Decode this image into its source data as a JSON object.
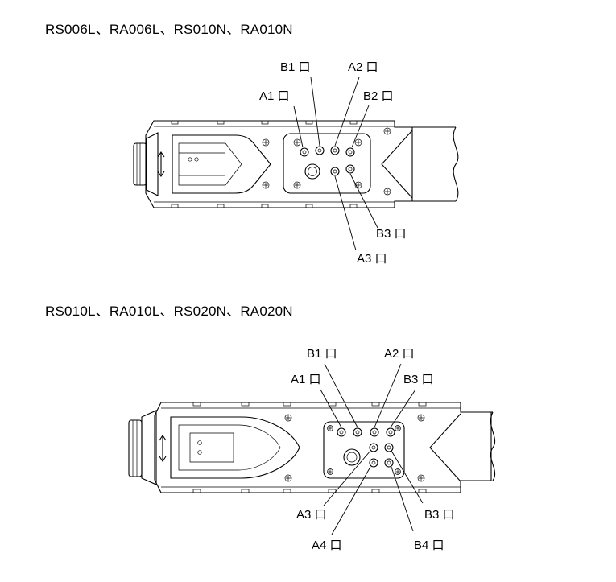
{
  "diagram_top": {
    "heading": "RS006L、RA006L、RS010N、RA010N",
    "ports": [
      {
        "key": "b1",
        "label": "B1 口"
      },
      {
        "key": "a2",
        "label": "A2 口"
      },
      {
        "key": "a1",
        "label": "A1 口"
      },
      {
        "key": "b2",
        "label": "B2 口"
      },
      {
        "key": "b3",
        "label": "B3 口"
      },
      {
        "key": "a3",
        "label": "A3 口"
      }
    ]
  },
  "diagram_bottom": {
    "heading": "RS010L、RA010L、RS020N、RA020N",
    "ports": [
      {
        "key": "b1",
        "label": "B1 口"
      },
      {
        "key": "a2",
        "label": "A2 口"
      },
      {
        "key": "a1",
        "label": "A1 口"
      },
      {
        "key": "b3-upper",
        "label": "B3 口"
      },
      {
        "key": "a3",
        "label": "A3 口"
      },
      {
        "key": "b3-lower",
        "label": "B3 口"
      },
      {
        "key": "a4",
        "label": "A4 口"
      },
      {
        "key": "b4",
        "label": "B4 口"
      }
    ]
  }
}
